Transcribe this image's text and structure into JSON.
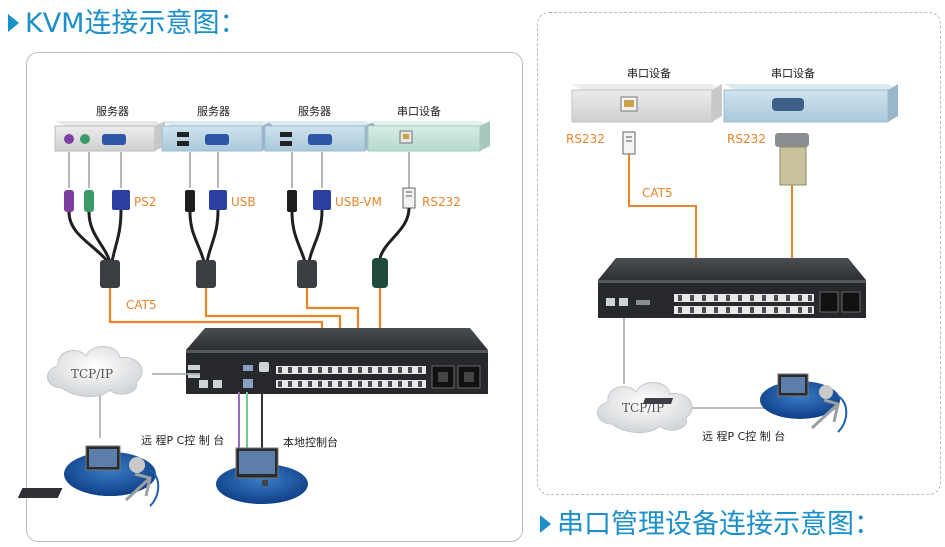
{
  "titles": {
    "kvm": "KVM连接示意图：",
    "serial": "串口管理设备连接示意图："
  },
  "kvm": {
    "devices": [
      "服务器",
      "服务器",
      "服务器",
      "串口设备"
    ],
    "cable_labels": [
      "PS2",
      "USB",
      "USB-VM",
      "RS232"
    ],
    "cat5": "CAT5",
    "network": "TCP/IP",
    "remote_console": "远 程P C控 制 台",
    "local_console": "本地控制台"
  },
  "serial": {
    "devices": [
      "串口设备",
      "串口设备"
    ],
    "rs232_labels": [
      "RS232",
      "RS232"
    ],
    "cat5": "CAT5",
    "network": "TCP/IP",
    "remote_console": "远 程P C控 制 台"
  },
  "colors": {
    "accent": "#1a8fc9",
    "cable_orange": "#e8842a",
    "network_line": "#a0a4a8",
    "purple_line": "#9b6cc0",
    "green_line": "#6ccf8c"
  }
}
